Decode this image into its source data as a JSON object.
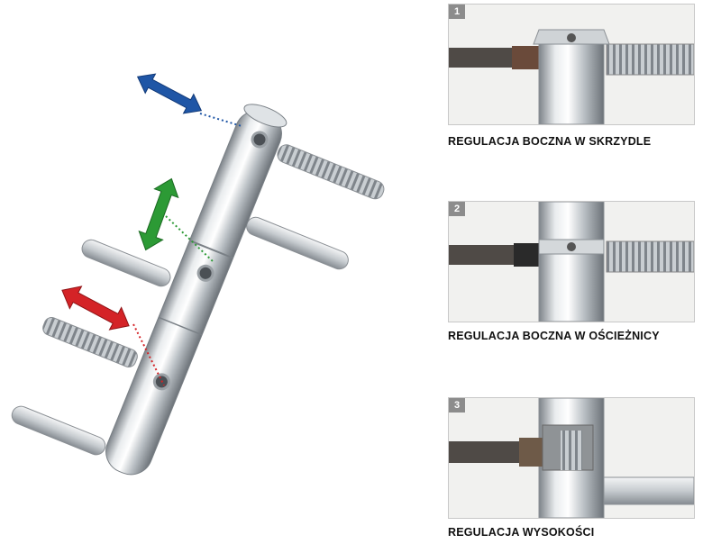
{
  "panels": [
    {
      "number": "1",
      "caption": "REGULACJA BOCZNA W SKRZYDLE"
    },
    {
      "number": "2",
      "caption": "REGULACJA BOCZNA W OŚCIEŻNICY"
    },
    {
      "number": "3",
      "caption": "REGULACJA WYSOKOŚCI"
    }
  ],
  "arrows": {
    "blue": {
      "name": "side-adjustment-sash-arrow",
      "color": "#1f56a6"
    },
    "green": {
      "name": "side-adjustment-frame-arrow",
      "color": "#2c9a35"
    },
    "red": {
      "name": "height-adjustment-arrow",
      "color": "#d42327"
    }
  }
}
